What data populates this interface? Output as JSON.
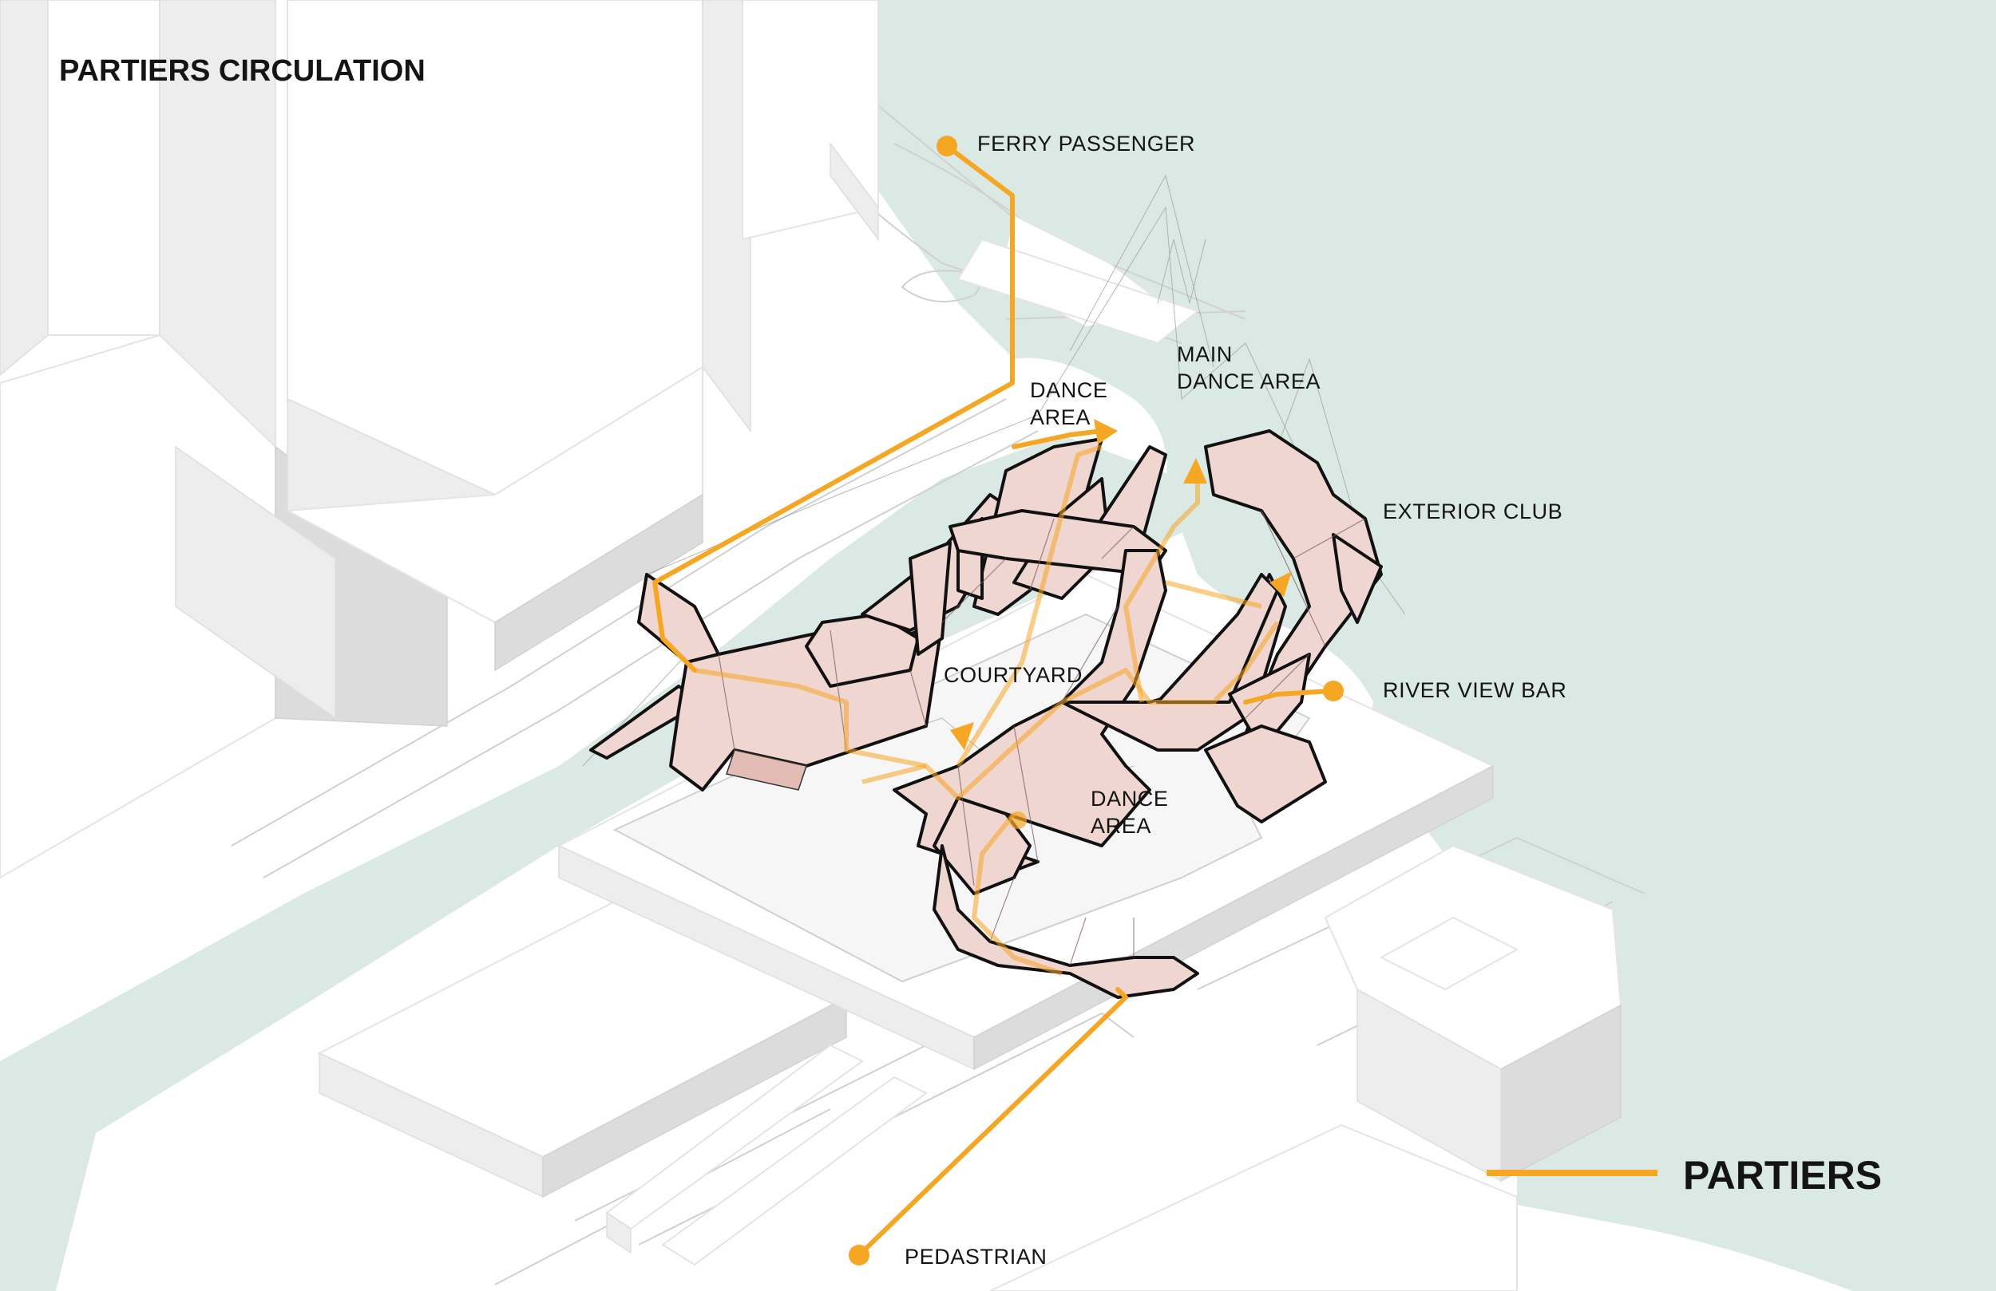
{
  "title": "PARTIERS CIRCULATION",
  "labels": {
    "ferry": "FERRY PASSENGER",
    "dance_area_top_1": "DANCE",
    "dance_area_top_2": "AREA",
    "main_dance_1": "MAIN",
    "main_dance_2": "DANCE AREA",
    "exterior_club": "EXTERIOR CLUB",
    "courtyard": "COURTYARD",
    "river_view_bar": "RIVER VIEW BAR",
    "dance_area_low_1": "DANCE",
    "dance_area_low_2": "AREA",
    "pedestrian": "PEDASTRIAN"
  },
  "legend": {
    "label": "PARTIERS"
  },
  "colors": {
    "route": "#f5a623",
    "water": "#dbe9e5",
    "club": "#f0d6d1",
    "outline": "#111111"
  }
}
